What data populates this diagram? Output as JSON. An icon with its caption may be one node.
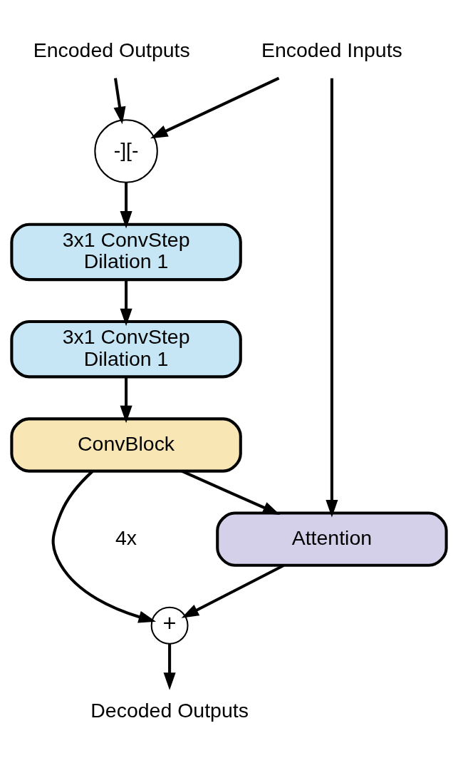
{
  "diagram": {
    "nodes": [
      {
        "text": [
          "Encoded Outputs"
        ]
      },
      {
        "text": [
          "Encoded Inputs"
        ]
      },
      {
        "text": [
          "-][-"
        ]
      },
      {
        "text": [
          "3x1 ConvStep",
          "Dilation 1"
        ]
      },
      {
        "text": [
          "3x1 ConvStep",
          "Dilation 1"
        ]
      },
      {
        "text": [
          "ConvBlock"
        ]
      },
      {
        "text": [
          "Attention"
        ]
      },
      {
        "text": [
          "+"
        ]
      },
      {
        "text": [
          "Decoded Outputs"
        ]
      }
    ],
    "edges": [
      {
        "from": 0,
        "to": 2,
        "arrow": "to"
      },
      {
        "from": 1,
        "to": 2,
        "arrow": "to"
      },
      {
        "from": 1,
        "to": 6,
        "arrow": "to"
      },
      {
        "from": 2,
        "to": 3,
        "arrow": "to"
      },
      {
        "from": 3,
        "to": 4,
        "arrow": "to"
      },
      {
        "from": 4,
        "to": 5,
        "arrow": "to"
      },
      {
        "from": 5,
        "to": 7,
        "arrow": "to"
      },
      {
        "from": 5,
        "to": 6,
        "arrow": "to"
      },
      {
        "from": 6,
        "to": 7,
        "arrow": "to"
      },
      {
        "from": 7,
        "to": 8,
        "arrow": "to"
      }
    ],
    "labels": [
      "4x"
    ]
  }
}
